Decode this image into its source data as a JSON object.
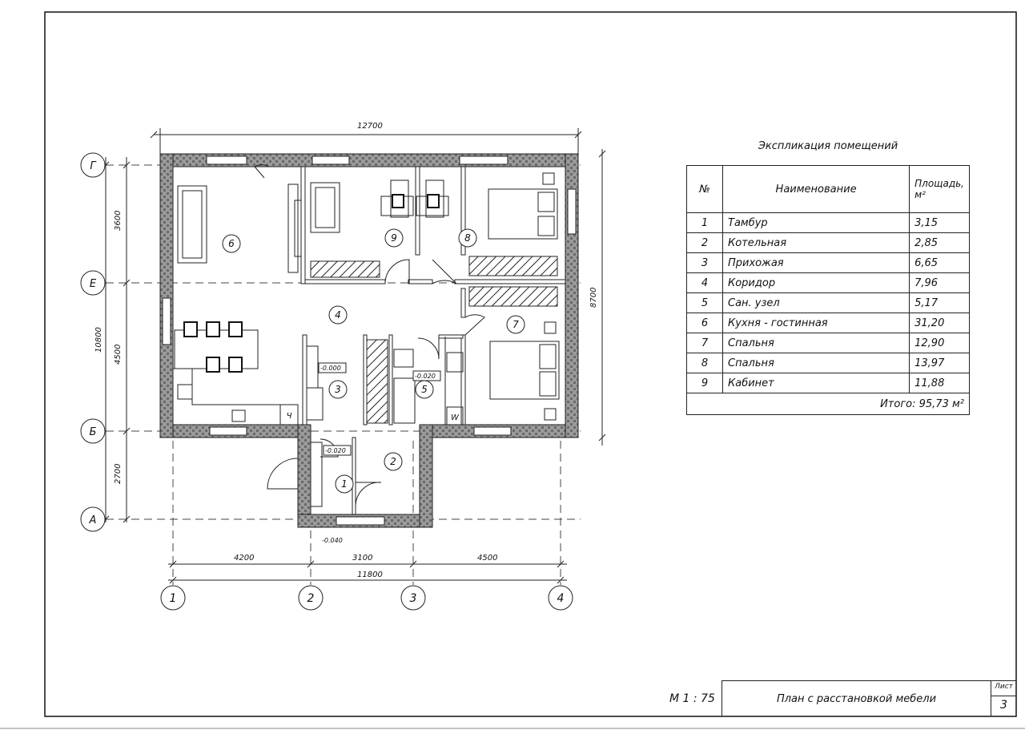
{
  "plan": {
    "axes_letters": [
      "Г",
      "Е",
      "Б",
      "А"
    ],
    "axes_numbers": [
      "1",
      "2",
      "3",
      "4"
    ],
    "dims": {
      "top_overall": "12700",
      "left_total": "10800",
      "left_1": "3600",
      "left_2": "4500",
      "left_3": "2700",
      "right_total": "8700",
      "bottom_1": "4200",
      "bottom_2": "3100",
      "bottom_3": "4500",
      "bottom_total": "11800"
    },
    "levels": {
      "hall": "-0.000",
      "bath": "-0.020",
      "vestibule": "-0.020",
      "outside": "-0.040"
    },
    "room_tags": [
      "1",
      "2",
      "3",
      "4",
      "5",
      "6",
      "7",
      "8",
      "9"
    ],
    "fixture_marks": {
      "electric": "Ч",
      "washer": "W"
    }
  },
  "explication": {
    "title": "Экспликация помещений",
    "headers": {
      "num": "№",
      "name": "Наименование",
      "area": "Площадь, м²"
    },
    "rows": [
      {
        "num": "1",
        "name": "Тамбур",
        "area": "3,15"
      },
      {
        "num": "2",
        "name": "Котельная",
        "area": "2,85"
      },
      {
        "num": "3",
        "name": "Прихожая",
        "area": "6,65"
      },
      {
        "num": "4",
        "name": "Коридор",
        "area": "7,96"
      },
      {
        "num": "5",
        "name": "Сан. узел",
        "area": "5,17"
      },
      {
        "num": "6",
        "name": "Кухня - гостинная",
        "area": "31,20"
      },
      {
        "num": "7",
        "name": "Спальня",
        "area": "12,90"
      },
      {
        "num": "8",
        "name": "Спальня",
        "area": "13,97"
      },
      {
        "num": "9",
        "name": "Кабинет",
        "area": "11,88"
      }
    ],
    "total": "Итого: 95,73 м²"
  },
  "stamp": {
    "scale": "М 1 : 75",
    "title": "План с расстановкой мебели",
    "sheet_label": "Лист",
    "sheet_number": "3"
  }
}
